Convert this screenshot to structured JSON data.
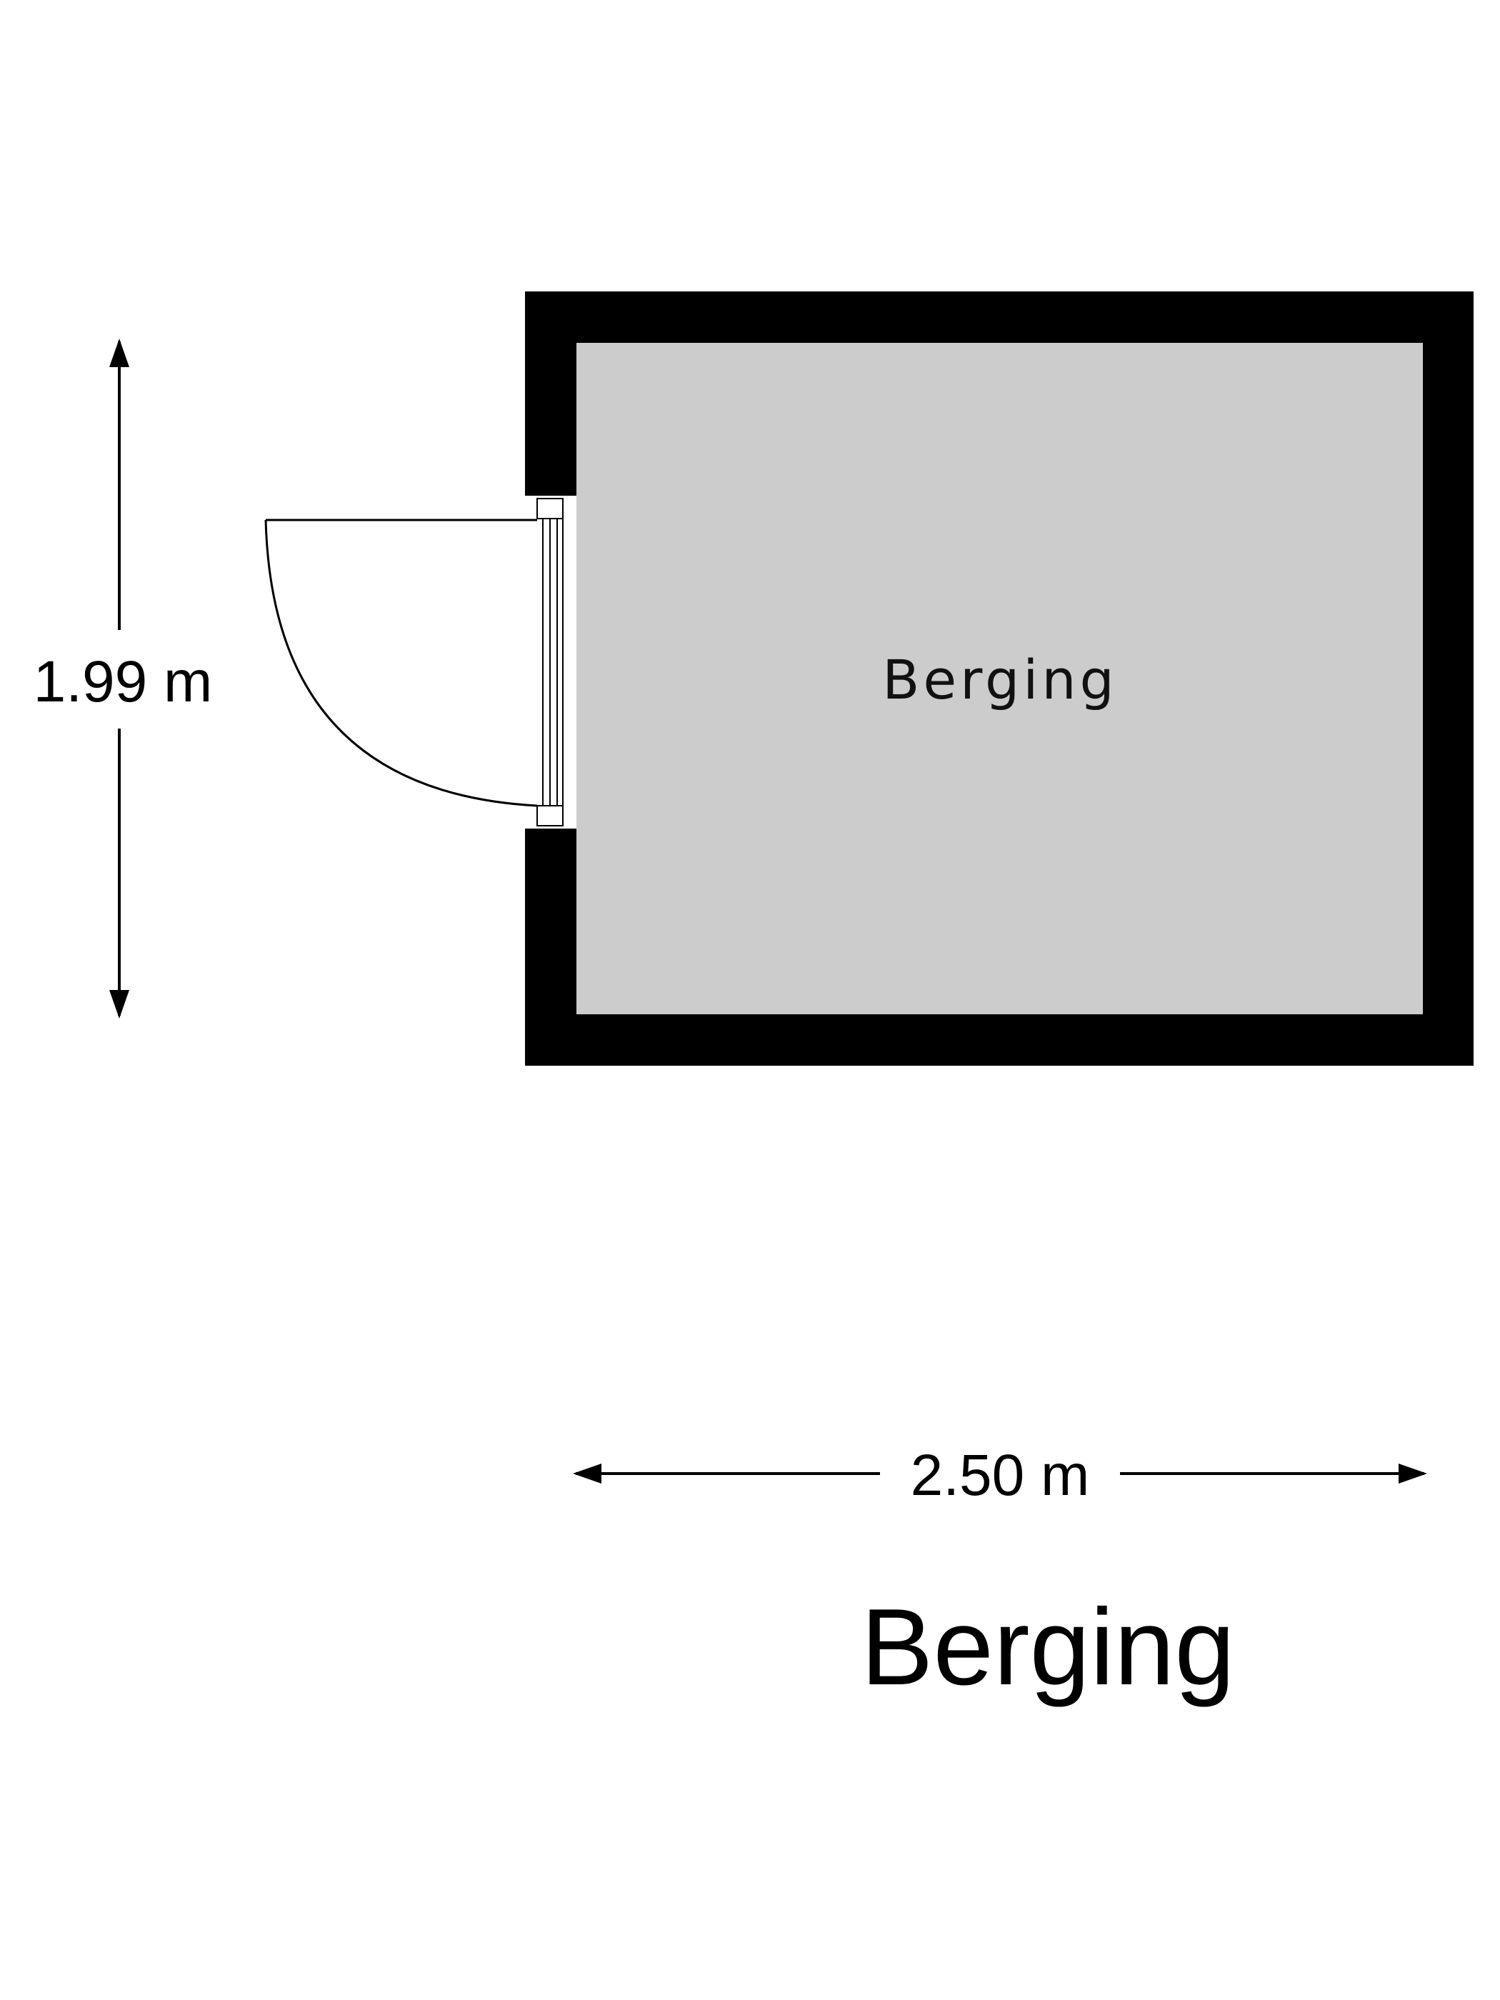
{
  "plan": {
    "title": "Berging",
    "room_label": "Berging",
    "dimensions": {
      "height_label": "1.99 m",
      "width_label": "2.50 m"
    },
    "colors": {
      "wall": "#000000",
      "floor": "#cccccc",
      "background": "#ffffff"
    }
  }
}
